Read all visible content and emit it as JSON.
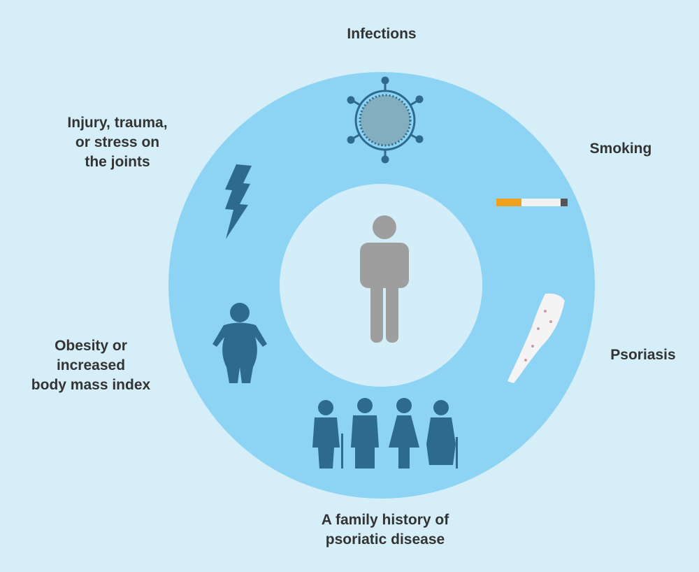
{
  "colors": {
    "background": "#d6eef8",
    "ring": "#8dd3f3",
    "inner": "#d4eef9",
    "icon": "#2e6a8e",
    "person": "#9e9e9e",
    "text": "#333333"
  },
  "labels": {
    "infections": "Infections",
    "smoking": "Smoking",
    "psoriasis": "Psoriasis",
    "family": [
      "A family history of",
      "psoriatic disease"
    ],
    "obesity": [
      "Obesity or",
      "increased",
      "body mass index"
    ],
    "injury": [
      "Injury, trauma,",
      "or stress on",
      "the joints"
    ]
  },
  "icons": [
    "virus-icon",
    "cigarette-icon",
    "psoriasis-arm-icon",
    "family-icon",
    "obese-person-icon",
    "lightning-icon",
    "person-icon"
  ]
}
